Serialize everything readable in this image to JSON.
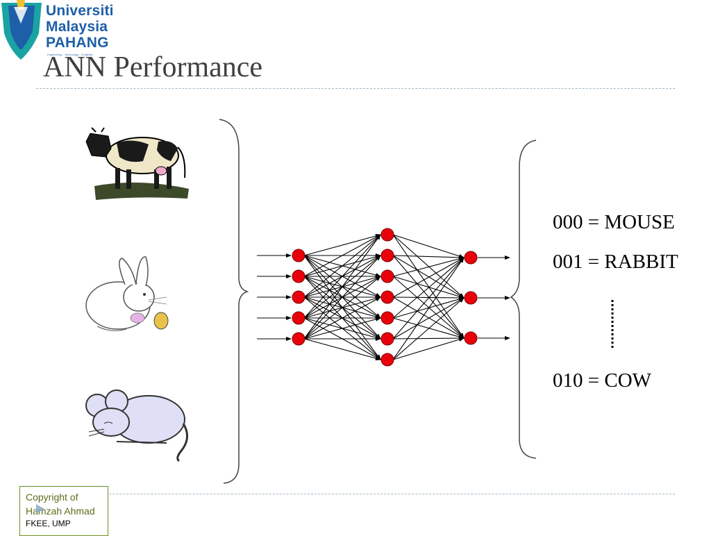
{
  "logo": {
    "lines": [
      "Universiti",
      "Malaysia",
      "PAHANG"
    ],
    "tagline": "Engineering · Technology · Creativity"
  },
  "slide": {
    "title": "ANN Performance"
  },
  "images": [
    "cow-image",
    "rabbit-image",
    "mouse-image"
  ],
  "network": {
    "inputs": 5,
    "hidden": 7,
    "outputs": 3
  },
  "codes": {
    "mouse": "000 = MOUSE",
    "rabbit": "001 = RABBIT",
    "cow": "010 = COW"
  },
  "footer": {
    "line1": "Copyright of",
    "line2": "Hamzah Ahmad",
    "line3": "FKEE, UMP"
  },
  "colors": {
    "node": "#e8000b",
    "logo_blue": "#1d5fa8",
    "logo_teal": "#1aa3a3",
    "logo_gold": "#f2c230"
  }
}
